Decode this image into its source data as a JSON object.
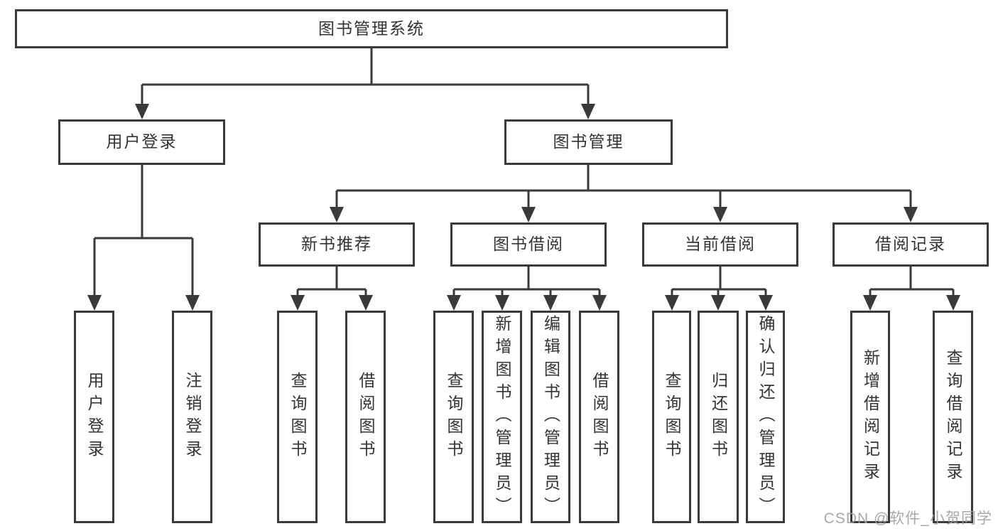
{
  "diagram": {
    "tree": {
      "root": {
        "label": "图书管理系统"
      },
      "branches": [
        {
          "label": "用户登录",
          "children": [
            {
              "label": "用户登录"
            },
            {
              "label": "注销登录"
            }
          ]
        },
        {
          "label": "图书管理",
          "children": [
            {
              "label": "新书推荐",
              "children": [
                {
                  "label": "查询图书"
                },
                {
                  "label": "借阅图书"
                }
              ]
            },
            {
              "label": "图书借阅",
              "children": [
                {
                  "label": "查询图书"
                },
                {
                  "label": "新增图书（管理员）"
                },
                {
                  "label": "编辑图书（管理员）"
                },
                {
                  "label": "借阅图书"
                }
              ]
            },
            {
              "label": "当前借阅",
              "children": [
                {
                  "label": "查询图书"
                },
                {
                  "label": "归还图书"
                },
                {
                  "label": "确认归还（管理员）"
                }
              ]
            },
            {
              "label": "借阅记录",
              "children": [
                {
                  "label": "新增借阅记录"
                },
                {
                  "label": "查询借阅记录"
                }
              ]
            }
          ]
        }
      ]
    },
    "colors": {
      "border": "#3a3a3a",
      "line": "#3a3a3a",
      "text": "#333333",
      "background": "#ffffff",
      "watermark": "#9e9e9e"
    }
  },
  "watermark": {
    "text": "CSDN @软件_小贺同学"
  }
}
